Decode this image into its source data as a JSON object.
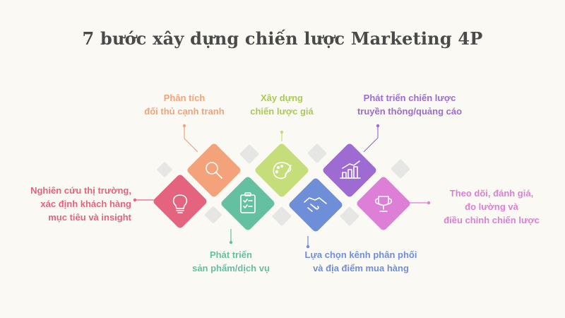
{
  "title": "7 bước xây dựng chiến lược Marketing 4P",
  "colors": {
    "step1": "#e4637e",
    "step2": "#f4a27a",
    "step3": "#64c0a0",
    "step4": "#c5de79",
    "step5": "#6f8ed8",
    "step6": "#9d6bd1",
    "step7": "#dd7fd6",
    "deco": "#e6e6e4"
  },
  "steps": [
    {
      "id": 1,
      "icon": "lightbulb-icon",
      "lines": [
        "Nghiên cứu thị trường,",
        "xác định khách hàng",
        "mục tiêu và insight"
      ]
    },
    {
      "id": 2,
      "icon": "magnifier-icon",
      "lines": [
        "Phân tích",
        "đối thủ cạnh tranh"
      ]
    },
    {
      "id": 3,
      "icon": "clipboard-checklist-icon",
      "lines": [
        "Phát triển",
        "sản phẩm/dịch vụ"
      ]
    },
    {
      "id": 4,
      "icon": "palette-icon",
      "lines": [
        "Xây dựng",
        "chiến lược giá"
      ]
    },
    {
      "id": 5,
      "icon": "handshake-icon",
      "lines": [
        "Lựa chọn kênh phân phối",
        "và địa điểm mua hàng"
      ]
    },
    {
      "id": 6,
      "icon": "growth-chart-icon",
      "lines": [
        "Phát triển chiến lược",
        "truyền thông/quảng cáo"
      ]
    },
    {
      "id": 7,
      "icon": "trophy-icon",
      "lines": [
        "Theo dõi, đánh giá,",
        "đo lường và",
        "điều chỉnh chiến lược"
      ]
    }
  ]
}
